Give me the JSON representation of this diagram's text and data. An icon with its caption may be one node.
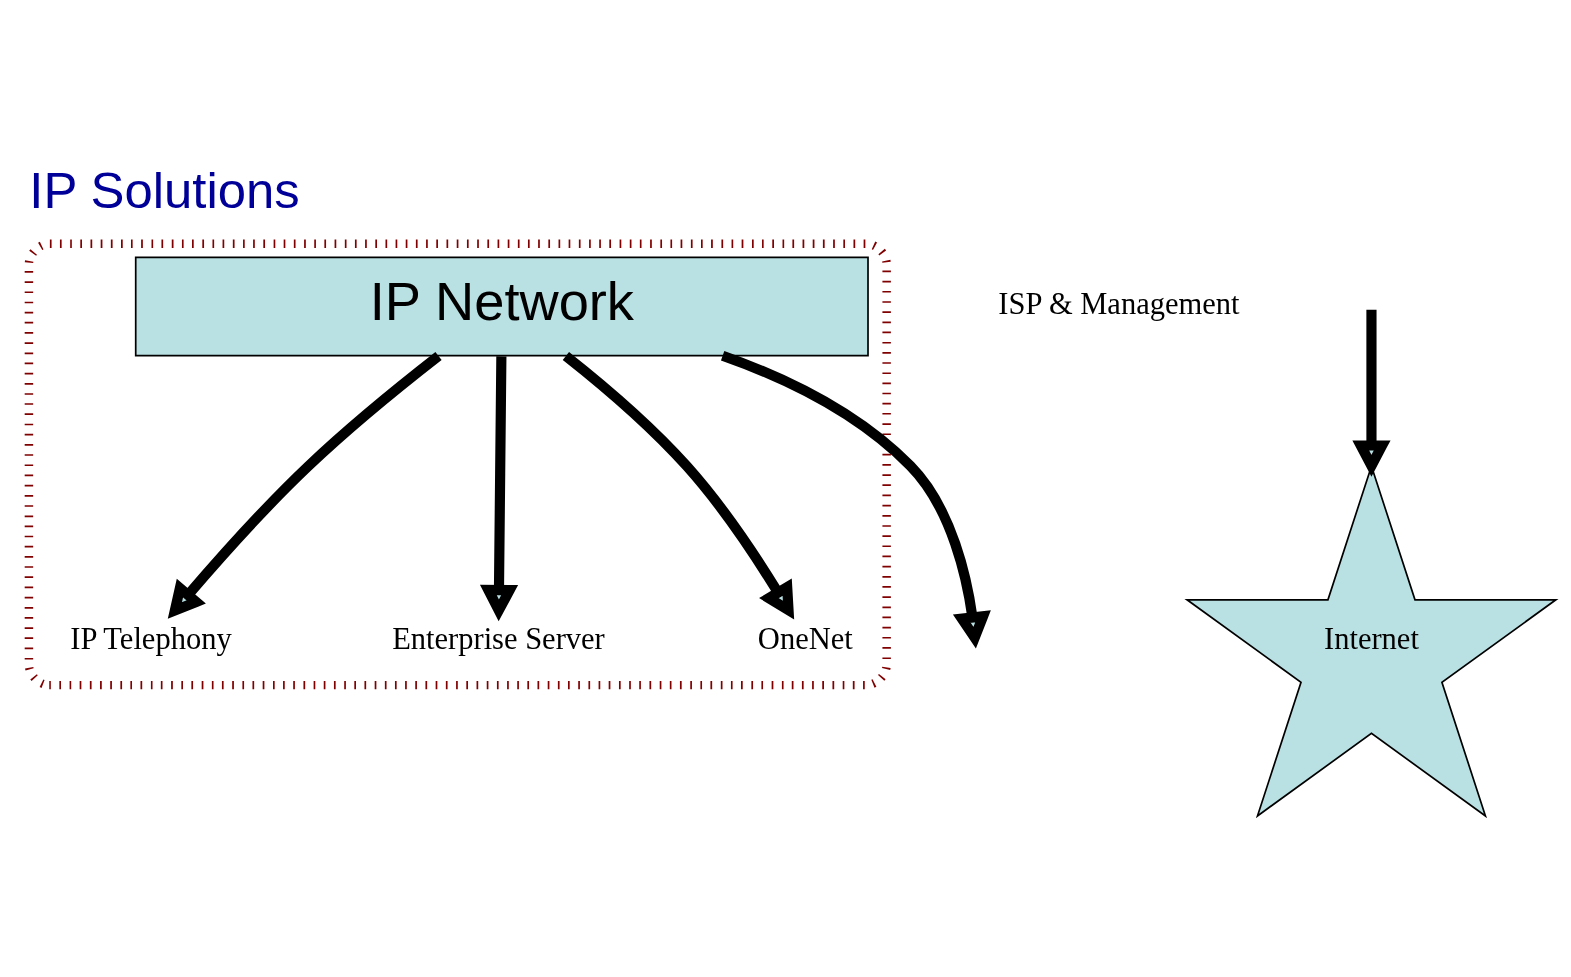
{
  "diagram": {
    "title": "IP Solutions",
    "nodes": [
      {
        "text": [],
        "shape": "ellipse"
      },
      {
        "text": [
          "IP Telephony"
        ],
        "in": 0
      },
      {
        "text": [
          "Enterprise Server"
        ],
        "in": 0
      },
      {
        "text": [
          "IP Network"
        ],
        "in": 0
      },
      {
        "text": [
          "OneNet"
        ],
        "in": 0
      },
      {
        "text": [
          "ISP & Management"
        ]
      },
      {
        "text": [
          "Internet"
        ]
      }
    ],
    "edges": [
      {
        "from": 3,
        "to": 1,
        "arrow": "to"
      },
      {
        "from": 3,
        "to": 2,
        "arrow": "to"
      },
      {
        "from": 3,
        "to": 4,
        "arrow": "to"
      },
      {
        "from": 3,
        "to": null,
        "arrow": "to"
      },
      {
        "from": null,
        "to": 6,
        "arrow": "to"
      }
    ]
  }
}
